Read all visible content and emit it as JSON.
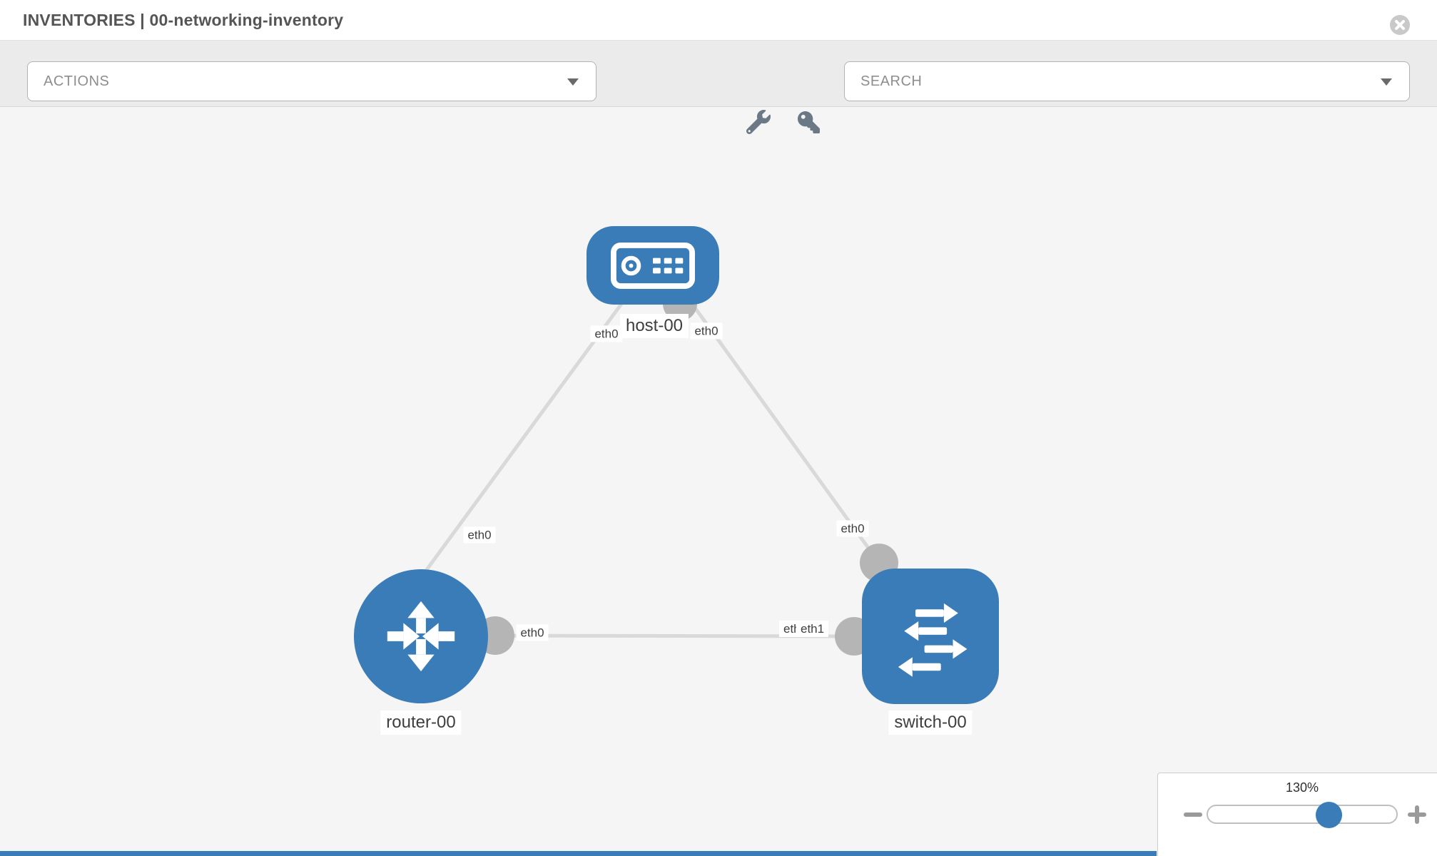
{
  "header": {
    "title": "INVENTORIES | 00-networking-inventory"
  },
  "toolbar": {
    "actions_dropdown": {
      "label": "ACTIONS"
    },
    "search_dropdown": {
      "placeholder": "SEARCH"
    },
    "tools": [
      {
        "icon": "wrench-icon"
      },
      {
        "icon": "key-icon"
      }
    ]
  },
  "topology": {
    "nodes": [
      {
        "label": "host-00",
        "type": "host",
        "icon": "host-icon",
        "shape": "rounded-rect"
      },
      {
        "label": "router-00",
        "type": "router",
        "icon": "router-icon",
        "shape": "circle"
      },
      {
        "label": "switch-00",
        "type": "switch",
        "icon": "switch-icon",
        "shape": "rounded-square"
      }
    ],
    "links": [
      {
        "from": "host-00",
        "from_interface": "eth0",
        "to": "router-00",
        "to_interface": "eth0"
      },
      {
        "from": "host-00",
        "from_interface": "eth0",
        "to": "switch-00",
        "to_interface": "eth0"
      },
      {
        "from": "router-00",
        "from_interface": "eth0",
        "to": "switch-00",
        "to_interface": "eth1"
      }
    ],
    "interface_labels": {
      "host_to_router": "eth0",
      "host_to_switch": "eth0",
      "router_to_host": "eth0",
      "router_to_switch": "eth0",
      "switch_to_host": "eth0",
      "switch_to_router_under": "eth0",
      "switch_to_router": "eth1"
    }
  },
  "zoom_control": {
    "level": "130%"
  },
  "colors": {
    "node_blue": "#3a7cb8",
    "port_gray": "#b5b5b5",
    "edge_gray": "#d9d9d9",
    "canvas_bg": "#f5f5f5",
    "toolbar_bg": "#ebebeb",
    "header_bg": "#ffffff"
  }
}
